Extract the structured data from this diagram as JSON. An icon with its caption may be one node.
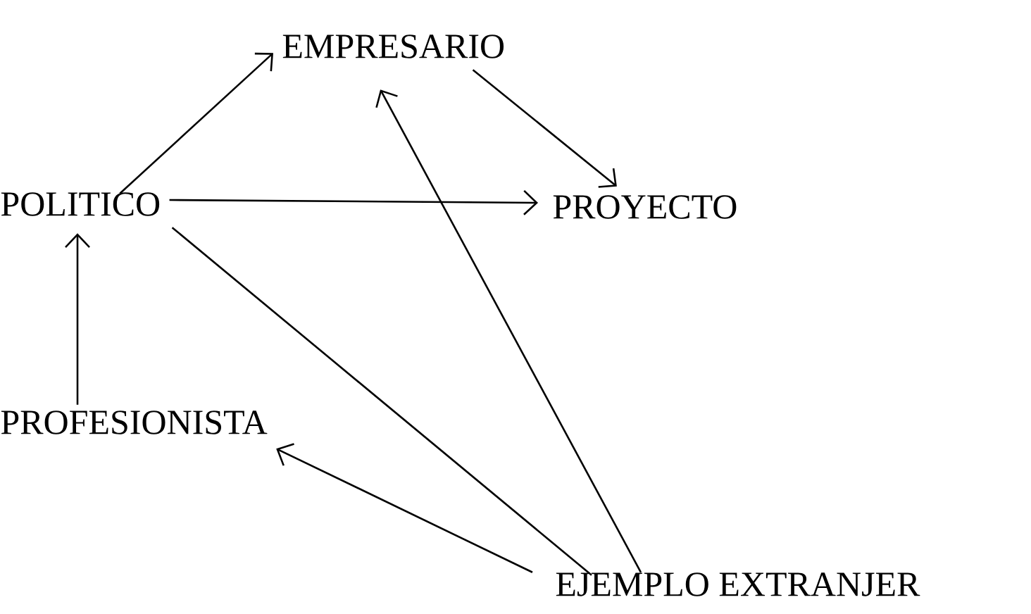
{
  "diagram": {
    "nodes": [
      {
        "text": [
          "EMPRESARIO"
        ]
      },
      {
        "text": [
          "POLITICO"
        ]
      },
      {
        "text": [
          "PROYECTO"
        ]
      },
      {
        "text": [
          "PROFESIONISTA"
        ]
      },
      {
        "text": [
          "EJEMPLO EXTRANJER"
        ]
      }
    ],
    "edges": [
      {
        "from": 1,
        "to": 0,
        "arrow": "to"
      },
      {
        "from": 0,
        "to": 2,
        "arrow": "to"
      },
      {
        "from": 1,
        "to": 2,
        "arrow": "to"
      },
      {
        "from": 3,
        "to": 1,
        "arrow": "to"
      },
      {
        "from": 1,
        "to": 4,
        "arrow": "none"
      },
      {
        "from": 4,
        "to": 0,
        "arrow": "to"
      },
      {
        "from": 4,
        "to": 3,
        "arrow": "to"
      }
    ]
  }
}
